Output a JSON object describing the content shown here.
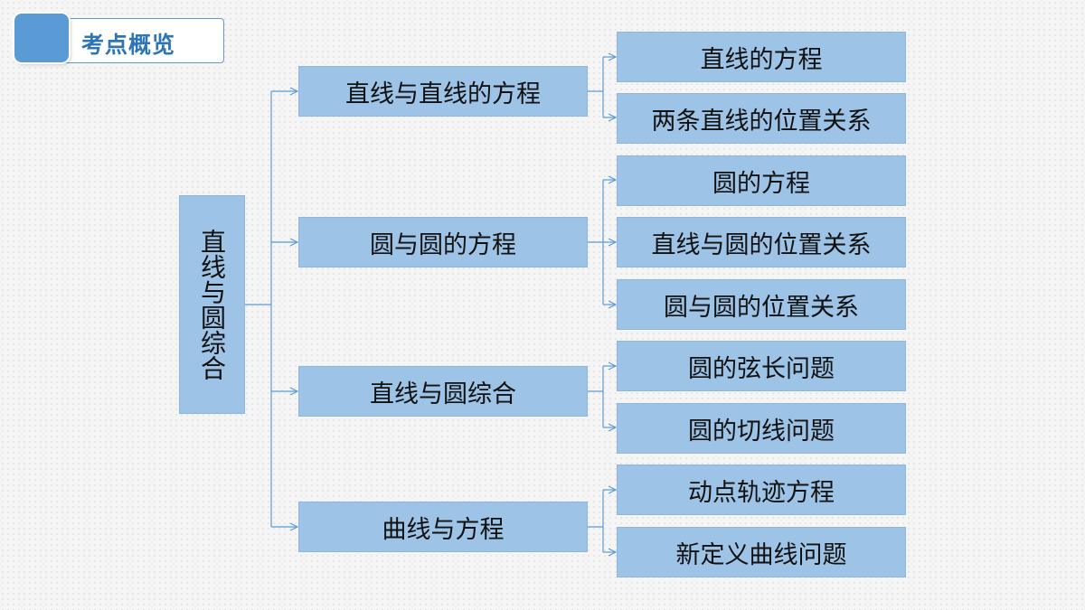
{
  "header": {
    "title": "考点概览"
  },
  "diagram": {
    "root": "直线与圆综合",
    "branches": [
      {
        "label": "直线与直线的方程",
        "children": [
          "直线的方程",
          "两条直线的位置关系"
        ]
      },
      {
        "label": "圆与圆的方程",
        "children": [
          "圆的方程",
          "直线与圆的位置关系",
          "圆与圆的位置关系"
        ]
      },
      {
        "label": "直线与圆综合",
        "children": [
          "圆的弦长问题",
          "圆的切线问题"
        ]
      },
      {
        "label": "曲线与方程",
        "children": [
          "动点轨迹方程",
          "新定义曲线问题"
        ]
      }
    ]
  },
  "colors": {
    "box_fill": "#9dc3e6",
    "line": "#5b9bd5",
    "header_text": "#2e75b6"
  }
}
